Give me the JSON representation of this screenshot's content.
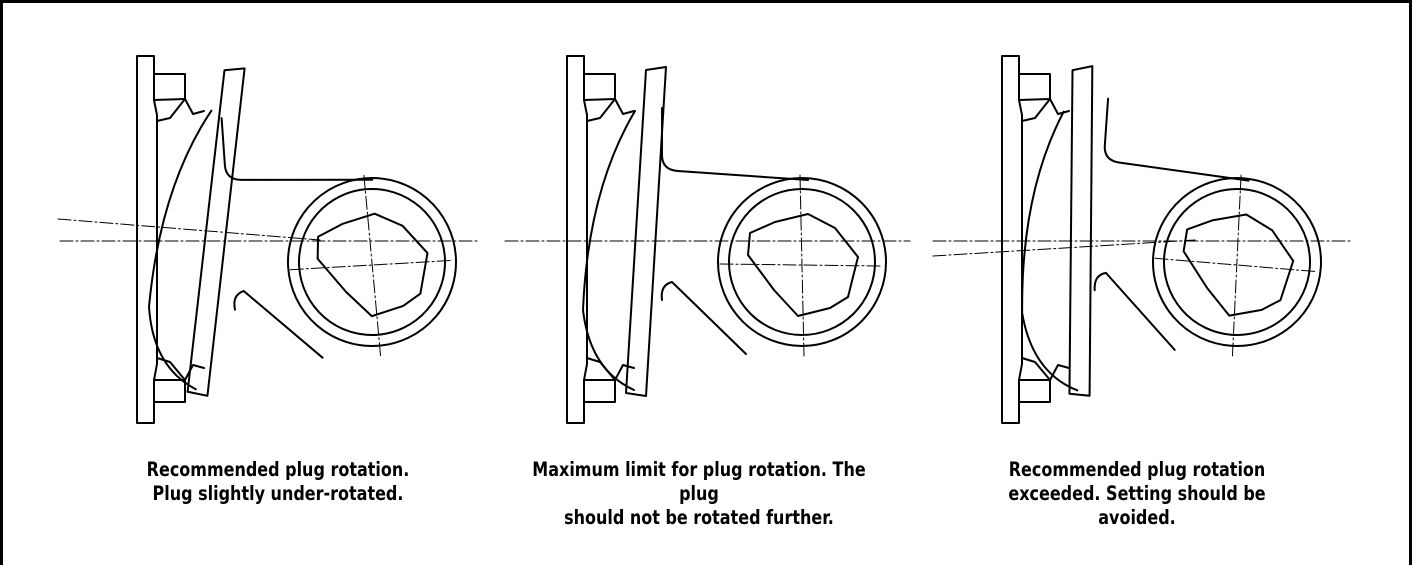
{
  "panels": [
    {
      "id": "under-rotated",
      "caption_lines": [
        "Recommended plug rotation.",
        "Plug slightly under-rotated."
      ]
    },
    {
      "id": "maximum-limit",
      "caption_lines": [
        "Maximum limit for plug rotation. The plug",
        "should not be rotated further."
      ]
    },
    {
      "id": "exceeded",
      "caption_lines": [
        "Recommended plug rotation",
        "exceeded. Setting should be",
        "avoided."
      ]
    }
  ],
  "colors": {
    "line": "#000000",
    "background": "#ffffff"
  }
}
